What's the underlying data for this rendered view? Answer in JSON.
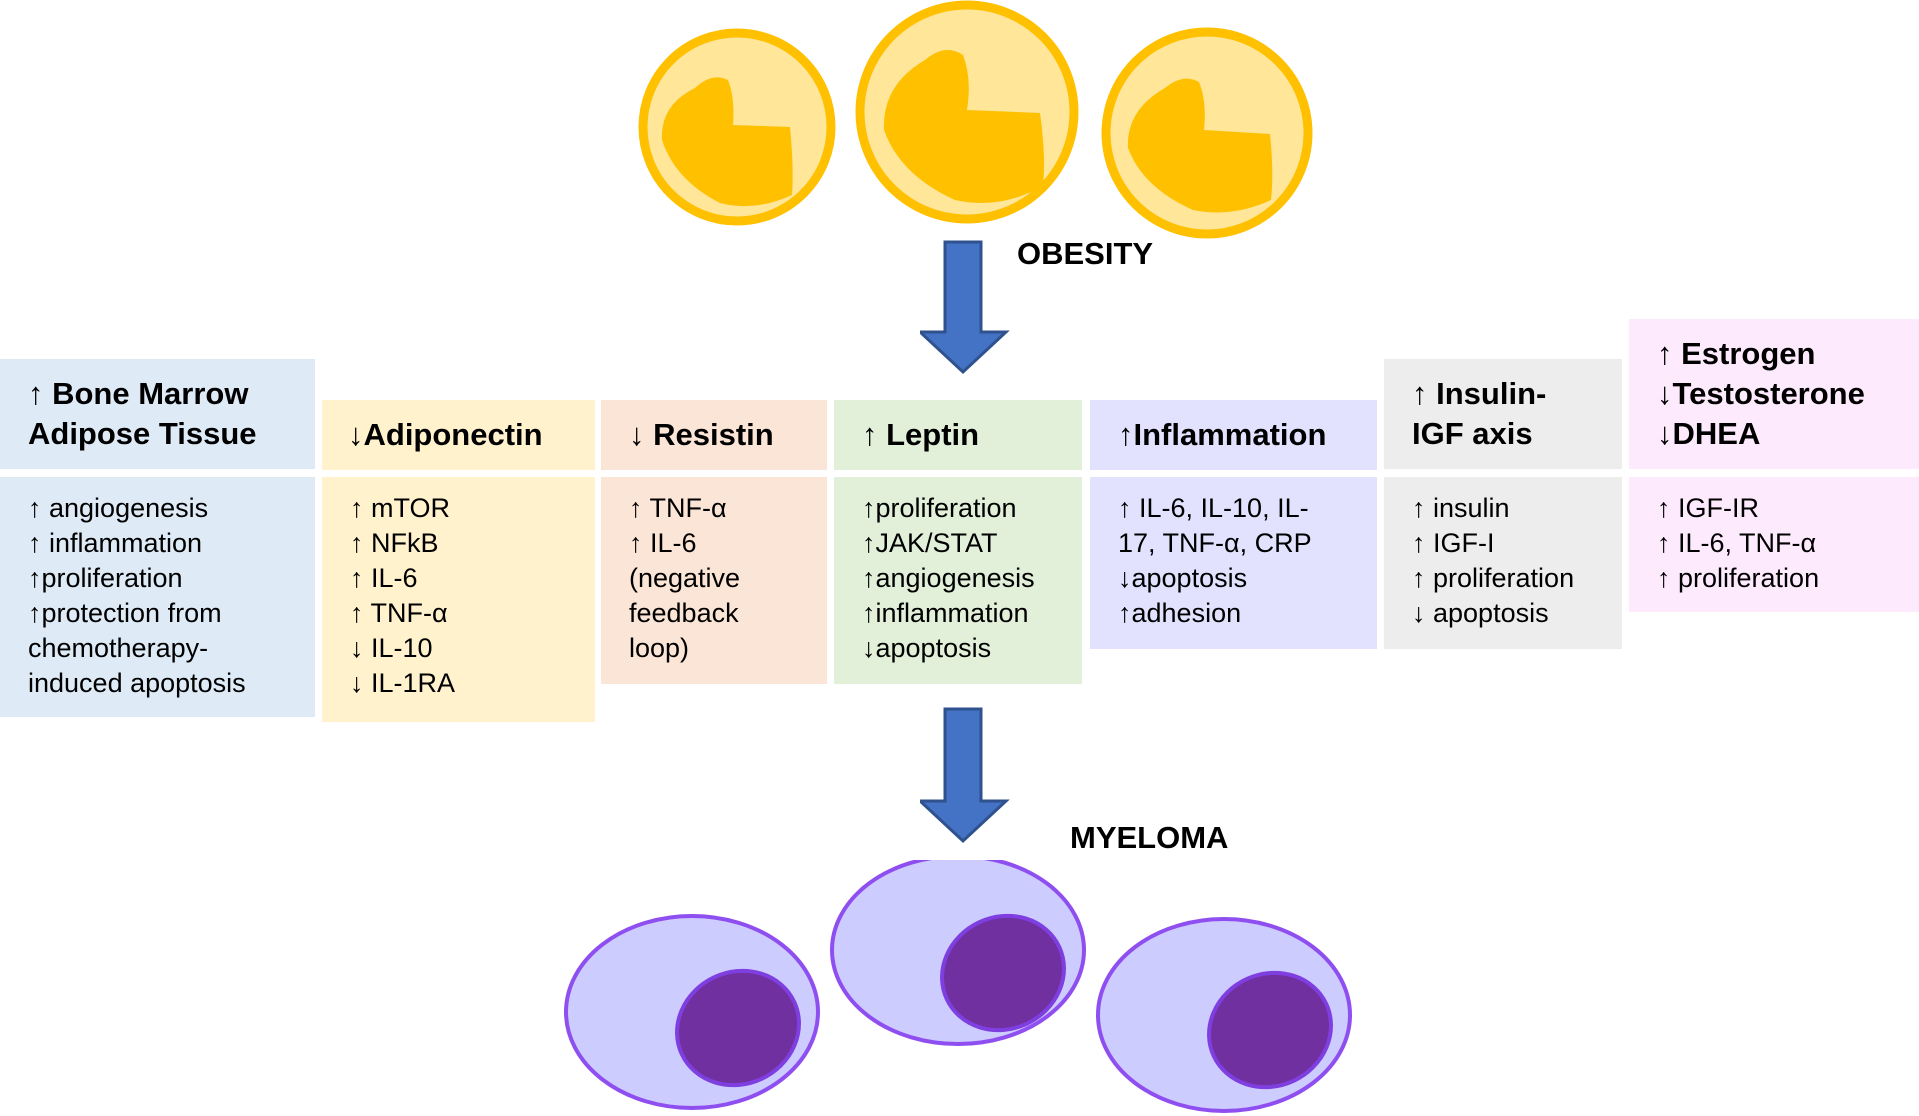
{
  "labels": {
    "obesity": "OBESITY",
    "myeloma": "MYELOMA"
  },
  "colors": {
    "adipocyte_outer": "#FFC000",
    "adipocyte_inner": "#FFE699",
    "arrow": "#4472C4",
    "myeloma_cell": "#CCCCFF",
    "myeloma_nucleus": "#7030A0",
    "myeloma_outline": "#7F3FE0"
  },
  "columns": [
    {
      "header": "↑ Bone Marrow\nAdipose Tissue",
      "body": "↑ angiogenesis\n↑ inflammation\n↑proliferation\n↑protection from\nchemotherapy-\ninduced apoptosis",
      "color": "#DEEBF7"
    },
    {
      "header": "↓Adiponectin",
      "body": "↑ mTOR\n↑ NFkB\n↑ IL-6\n↑ TNF-α\n↓ IL-10\n↓ IL-1RA",
      "color": "#FFF2CC"
    },
    {
      "header": "↓ Resistin",
      "body": "↑ TNF-α\n↑ IL-6\n(negative\nfeedback\nloop)",
      "color": "#FBE5D6"
    },
    {
      "header": "↑ Leptin",
      "body": "↑proliferation\n↑JAK/STAT\n↑angiogenesis\n↑inflammation\n↓apoptosis",
      "color": "#E2F0D9"
    },
    {
      "header": "↑Inflammation",
      "body": "↑ IL-6, IL-10, IL-\n17, TNF-α, CRP\n↓apoptosis\n↑adhesion",
      "color": "#E2E2FF"
    },
    {
      "header": "↑ Insulin-\nIGF axis",
      "body": "↑ insulin\n↑ IGF-I\n↑ proliferation\n↓ apoptosis",
      "color": "#EDEDED"
    },
    {
      "header": "↑ Estrogen\n↓Testosterone\n↓DHEA",
      "body": "↑ IGF-IR\n↑ IL-6, TNF-α\n↑ proliferation",
      "color": "#FDEBFD"
    }
  ]
}
